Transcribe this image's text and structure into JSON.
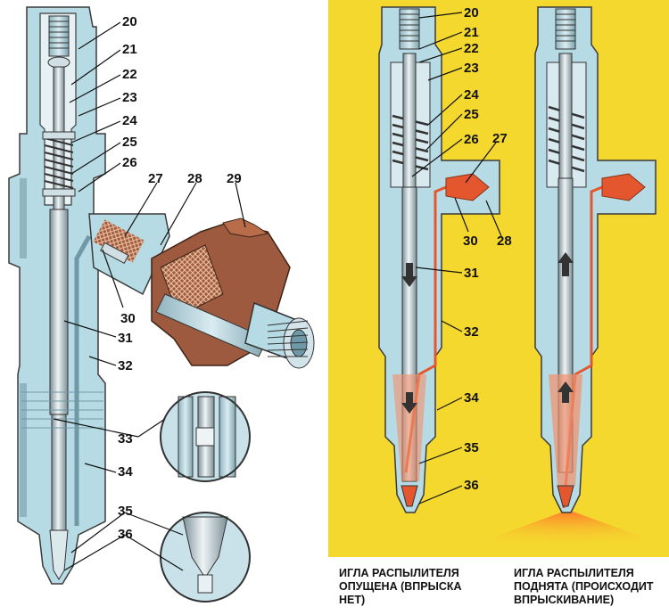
{
  "left_view": {
    "callouts": [
      "20",
      "21",
      "22",
      "23",
      "24",
      "25",
      "26",
      "27",
      "28",
      "29",
      "30",
      "31",
      "32",
      "33",
      "34",
      "35",
      "36"
    ]
  },
  "right_view": {
    "callouts": [
      "20",
      "21",
      "22",
      "23",
      "24",
      "25",
      "26",
      "27",
      "30",
      "28",
      "31",
      "32",
      "34",
      "35",
      "36"
    ]
  },
  "captions": {
    "lowered": "ИГЛА РАСПЫЛИТЕЛЯ\nОПУЩЕНА (ВПРЫСКА\nНЕТ)",
    "raised": "ИГЛА РАСПЫЛИТЕЛЯ\nПОДНЯТА (ПРОИСХОДИТ\nВПРЫСКИВАНИЕ)"
  },
  "colors": {
    "body": "#b7dbe4",
    "body_dark": "#6f99a6",
    "outline": "#3b3b3b",
    "fuel": "#e4572e",
    "panel": "#f5d82e",
    "nut": "#9e5a3e"
  }
}
